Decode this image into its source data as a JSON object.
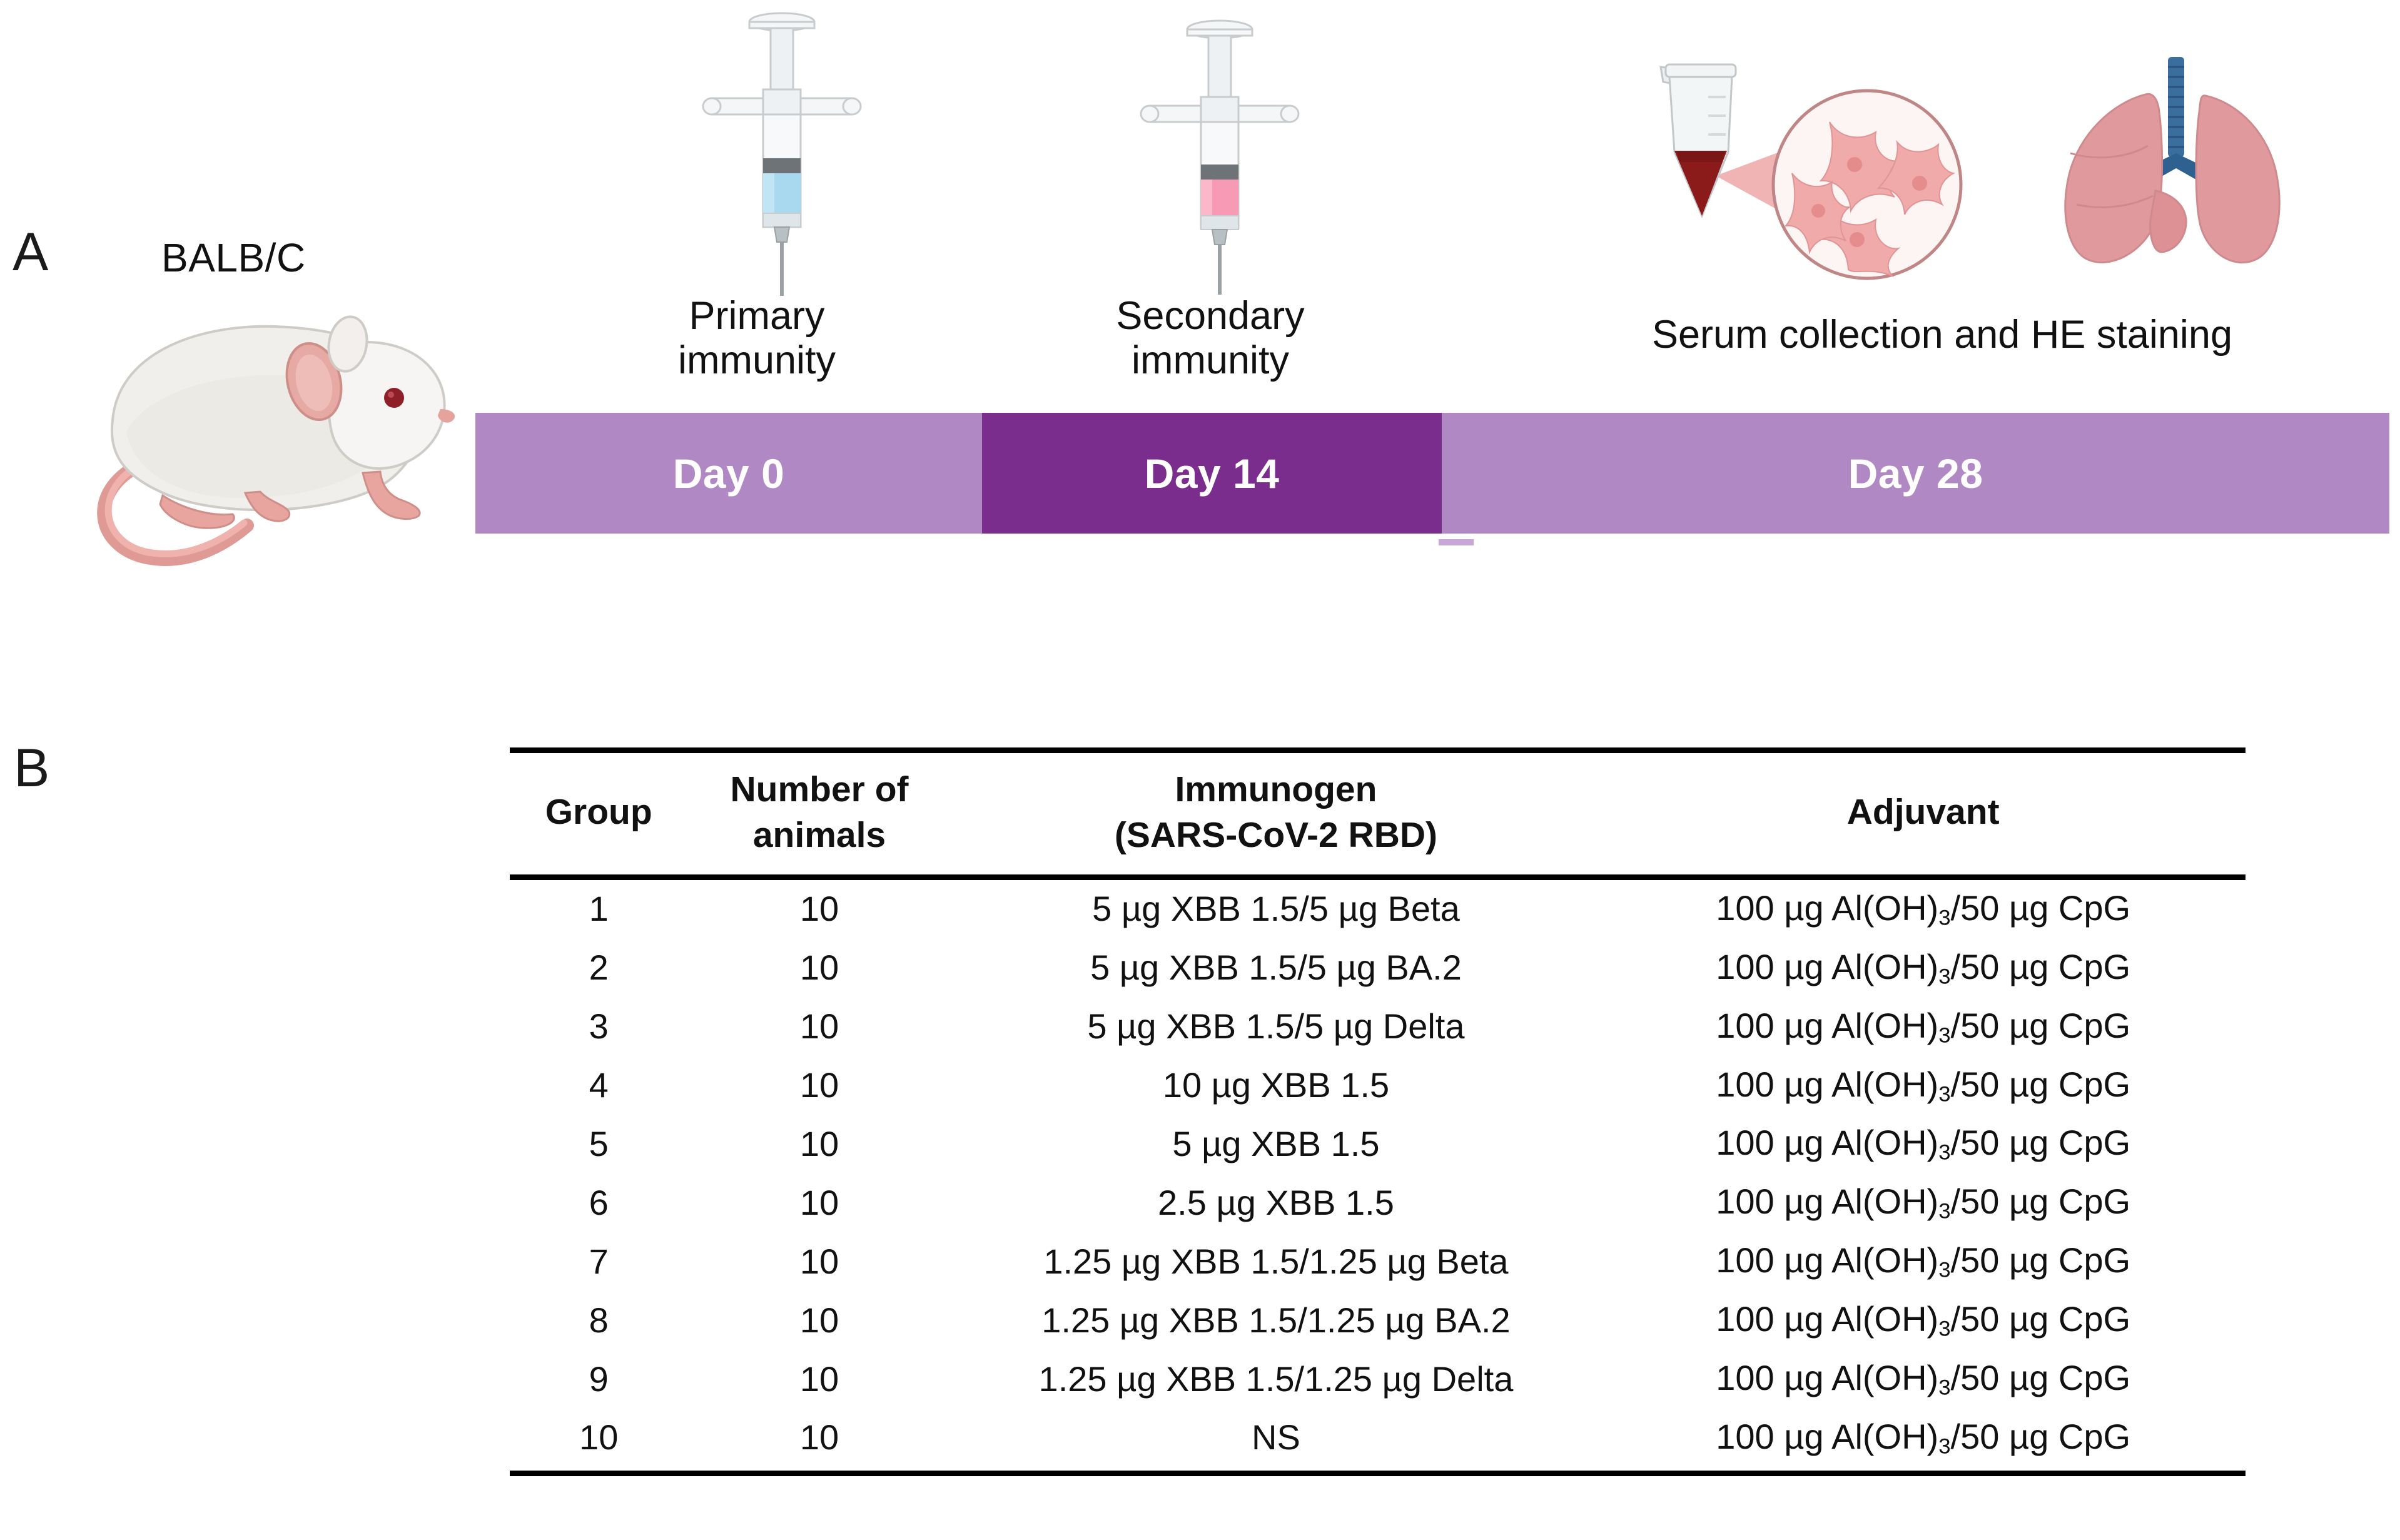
{
  "panels": {
    "a_letter": "A",
    "b_letter": "B"
  },
  "panel_a": {
    "strain_label": "BALB/C",
    "events": {
      "primary": "Primary\nimmunity",
      "primary_line1": "Primary",
      "primary_line2": "immunity",
      "secondary_line1": "Secondary",
      "secondary_line2": "immunity",
      "serum": "Serum collection and HE staining"
    },
    "timeline": {
      "segments": [
        {
          "label": "Day 0",
          "color": "#b089c4"
        },
        {
          "label": "Day 14",
          "color": "#7b2d8e"
        },
        {
          "label": "Day 28",
          "color": "#b089c4"
        }
      ]
    },
    "icons": {
      "mouse": "mouse-illustration",
      "syringe_primary_fluid_color": "#a9d9ee",
      "syringe_secondary_fluid_color": "#f79ab6",
      "blood_color": "#8b1a1a",
      "cells_color": "#e8a0a0",
      "lungs_color": "#e09a9e",
      "trachea_color": "#2f6190"
    }
  },
  "panel_b": {
    "table": {
      "headers": {
        "group": "Group",
        "animals_line1": "Number of",
        "animals_line2": "animals",
        "immunogen_line1": "Immunogen",
        "immunogen_line2": "(SARS-CoV-2 RBD)",
        "adjuvant": "Adjuvant"
      },
      "rows": [
        {
          "group": "1",
          "animals": "10",
          "immunogen": "5 µg XBB 1.5/5 µg Beta",
          "adjuvant_pre": "100 µg Al(OH)",
          "adjuvant_sub": "3",
          "adjuvant_post": "/50 µg CpG"
        },
        {
          "group": "2",
          "animals": "10",
          "immunogen": "5 µg XBB 1.5/5 µg BA.2",
          "adjuvant_pre": "100 µg Al(OH)",
          "adjuvant_sub": "3",
          "adjuvant_post": "/50 µg CpG"
        },
        {
          "group": "3",
          "animals": "10",
          "immunogen": "5 µg XBB 1.5/5 µg Delta",
          "adjuvant_pre": "100 µg Al(OH)",
          "adjuvant_sub": "3",
          "adjuvant_post": "/50 µg CpG"
        },
        {
          "group": "4",
          "animals": "10",
          "immunogen": "10 µg XBB 1.5",
          "adjuvant_pre": "100 µg Al(OH)",
          "adjuvant_sub": "3",
          "adjuvant_post": "/50 µg CpG"
        },
        {
          "group": "5",
          "animals": "10",
          "immunogen": "5 µg XBB 1.5",
          "adjuvant_pre": "100 µg Al(OH)",
          "adjuvant_sub": "3",
          "adjuvant_post": "/50 µg CpG"
        },
        {
          "group": "6",
          "animals": "10",
          "immunogen": "2.5 µg XBB 1.5",
          "adjuvant_pre": "100 µg Al(OH)",
          "adjuvant_sub": "3",
          "adjuvant_post": "/50 µg CpG"
        },
        {
          "group": "7",
          "animals": "10",
          "immunogen": "1.25 µg XBB 1.5/1.25 µg Beta",
          "adjuvant_pre": "100 µg Al(OH)",
          "adjuvant_sub": "3",
          "adjuvant_post": "/50 µg CpG"
        },
        {
          "group": "8",
          "animals": "10",
          "immunogen": "1.25 µg XBB 1.5/1.25 µg BA.2",
          "adjuvant_pre": "100 µg Al(OH)",
          "adjuvant_sub": "3",
          "adjuvant_post": "/50 µg CpG"
        },
        {
          "group": "9",
          "animals": "10",
          "immunogen": "1.25 µg XBB 1.5/1.25 µg Delta",
          "adjuvant_pre": "100 µg Al(OH)",
          "adjuvant_sub": "3",
          "adjuvant_post": "/50 µg CpG"
        },
        {
          "group": "10",
          "animals": "10",
          "immunogen": "NS",
          "adjuvant_pre": "100 µg Al(OH)",
          "adjuvant_sub": "3",
          "adjuvant_post": "/50 µg CpG"
        }
      ]
    }
  }
}
